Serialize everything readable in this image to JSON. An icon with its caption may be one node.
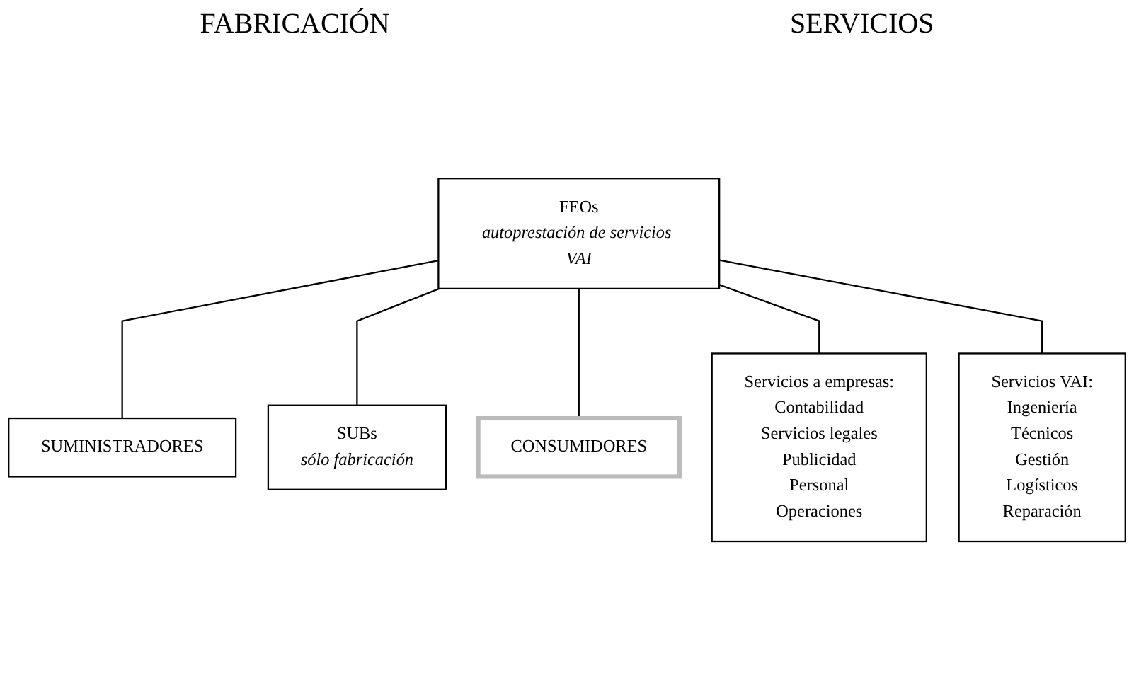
{
  "diagram": {
    "nodes": [
      {
        "text": [
          "FEOs",
          "autoprestación de servicios VAI"
        ]
      },
      {
        "text": [
          "SUMINISTRADORES"
        ]
      },
      {
        "text": [
          "SUBs",
          "sólo fabricación"
        ]
      },
      {
        "text": [
          "CONSUMIDORES"
        ]
      },
      {
        "text": [
          "Servicios a empresas:",
          "Contabilidad",
          "Servicios legales",
          "Publicidad",
          "Personal",
          "Operaciones"
        ]
      },
      {
        "text": [
          "Servicios VAI:",
          "Ingeniería",
          "Técnicos",
          "Gestión",
          "Logísticos",
          "Reparación"
        ]
      }
    ],
    "edges": [
      {
        "from": 0,
        "to": 1,
        "arrow": "none"
      },
      {
        "from": 0,
        "to": 2,
        "arrow": "none"
      },
      {
        "from": 0,
        "to": 3,
        "arrow": "none"
      },
      {
        "from": 0,
        "to": 4,
        "arrow": "none"
      },
      {
        "from": 0,
        "to": 5,
        "arrow": "none"
      }
    ],
    "labels": [
      "FABRICACIÓN",
      "SERVICIOS"
    ]
  }
}
